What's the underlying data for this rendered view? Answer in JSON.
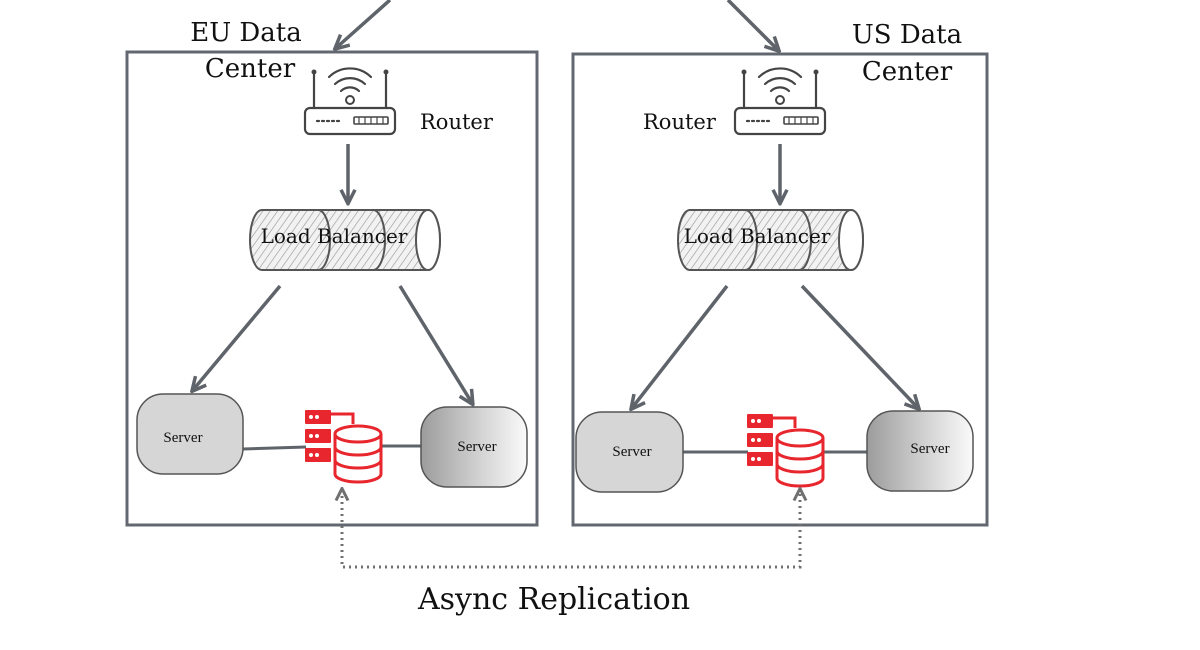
{
  "diagram": {
    "eu": {
      "title_line1": "EU Data",
      "title_line2": "Center",
      "router_label": "Router",
      "load_balancer_label": "Load Balancer",
      "server_left_label": "Server",
      "server_right_label": "Server"
    },
    "us": {
      "title_line1": "US Data",
      "title_line2": "Center",
      "router_label": "Router",
      "load_balancer_label": "Load Balancer",
      "server_left_label": "Server",
      "server_right_label": "Server"
    },
    "replication_label": "Async Replication",
    "colors": {
      "frame": "#636870",
      "arrow": "#5f646b",
      "database": "#e8262d",
      "server_fill": "#d6d6d6"
    },
    "icons": [
      "router-icon",
      "database-icon",
      "server-rack-icon"
    ]
  }
}
